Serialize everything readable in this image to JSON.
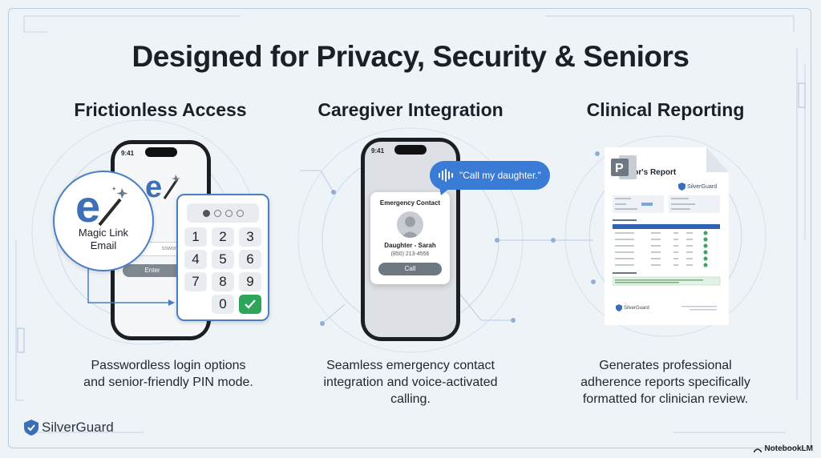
{
  "title": "Designed for Privacy, Security & Seniors",
  "colors": {
    "accent": "#3a7bd5",
    "success": "#2ea65a",
    "background": "#eef3f8"
  },
  "columns": [
    {
      "heading": "Frictionless Access",
      "description_lines": [
        "Passwordless login options",
        "and senior-friendly PIN mode."
      ],
      "phone_time": "9:41",
      "magic_link_lines": [
        "Magic Link",
        "Email"
      ],
      "password_placeholder": "ssword",
      "enter_label": "Enter",
      "keys": [
        "1",
        "2",
        "3",
        "4",
        "5",
        "6",
        "7",
        "8",
        "9",
        "0"
      ],
      "icons": [
        "email-icon",
        "magic-wand-icon",
        "checkmark-icon"
      ]
    },
    {
      "heading": "Caregiver Integration",
      "description_lines": [
        "Seamless emergency contact",
        "integration and voice-activated",
        "calling."
      ],
      "phone_time": "9:41",
      "voice_command": "\"Call my daughter.\"",
      "contact_card_title": "Emergency Contact",
      "contact_name": "Daughter - Sarah",
      "contact_phone": "(850) 213-4556",
      "call_label": "Call",
      "icons": [
        "voice-wave-icon",
        "contact-avatar-icon"
      ]
    },
    {
      "heading": "Clinical Reporting",
      "description_lines": [
        "Generates professional",
        "adherence reports specifically",
        "formatted for clinician review."
      ],
      "report_title": "Doctor's Report",
      "report_brand": "SilverGuard",
      "icons": [
        "powerpoint-icon",
        "shield-logo-icon"
      ]
    }
  ],
  "footer": {
    "brand": "SilverGuard",
    "watermark": "NotebookLM"
  }
}
